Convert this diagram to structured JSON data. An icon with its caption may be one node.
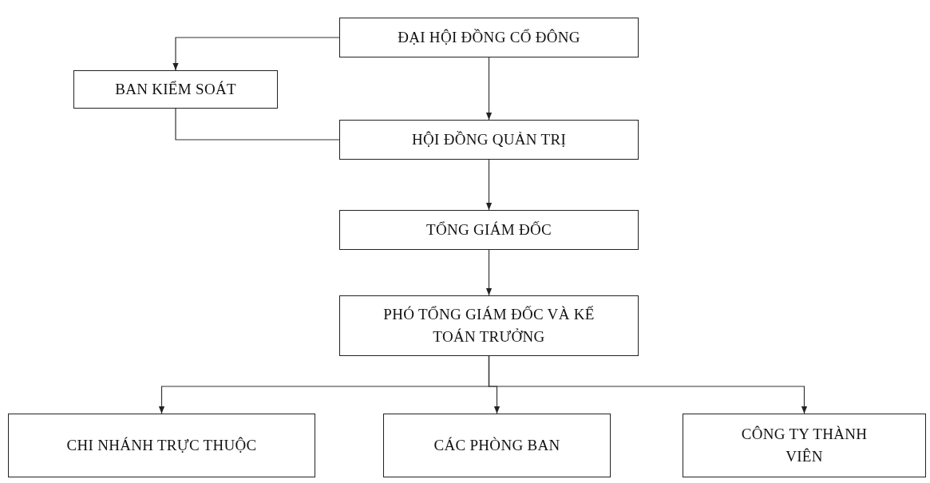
{
  "diagram": {
    "nodes": [
      {
        "text": [
          "ĐẠI HỘI ĐỒNG CỔ ĐÔNG"
        ]
      },
      {
        "text": [
          "BAN KIỂM SOÁT"
        ]
      },
      {
        "text": [
          "HỘI ĐỒNG QUẢN TRỊ"
        ]
      },
      {
        "text": [
          "TỔNG GIÁM ĐỐC"
        ]
      },
      {
        "text": [
          "PHÓ TỔNG GIÁM ĐỐC VÀ KẾ TOÁN TRƯỞNG"
        ]
      },
      {
        "text": [
          "CHI NHÁNH TRỰC THUỘC"
        ]
      },
      {
        "text": [
          "CÁC PHÒNG BAN"
        ]
      },
      {
        "text": [
          "CÔNG TY THÀNH VIÊN"
        ]
      }
    ],
    "edges": [
      {
        "from": 0,
        "to": 1,
        "arrow": "to"
      },
      {
        "from": 0,
        "to": 2,
        "arrow": "to"
      },
      {
        "from": 1,
        "to": 2,
        "arrow": "none"
      },
      {
        "from": 2,
        "to": 3,
        "arrow": "to"
      },
      {
        "from": 3,
        "to": 4,
        "arrow": "to"
      },
      {
        "from": 4,
        "to": 5,
        "arrow": "to"
      },
      {
        "from": 4,
        "to": 6,
        "arrow": "to"
      },
      {
        "from": 4,
        "to": 7,
        "arrow": "to"
      }
    ]
  }
}
